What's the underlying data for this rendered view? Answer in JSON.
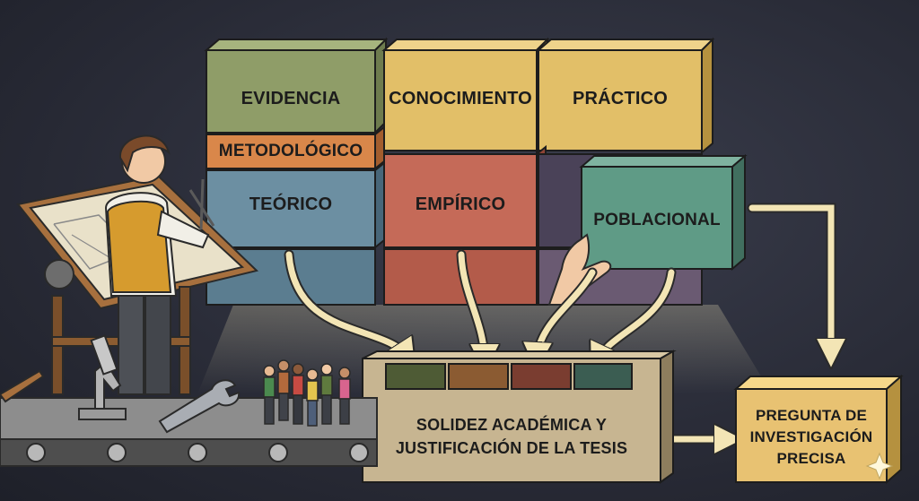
{
  "blocks": {
    "evidencia": "EVIDENCIA",
    "conocimiento": "CONOCIMIENTO",
    "practico": "PRÁCTICO",
    "metodologico": "METODOLÓGICO",
    "teorico": "TEÓRICO",
    "empirico": "EMPÍRICO",
    "poblacional": "POBLACIONAL"
  },
  "funnel_box": {
    "line1": "SOLIDEZ ACADÉMICA Y",
    "line2": "JUSTIFICACIÓN DE LA TESIS"
  },
  "result_box": {
    "line1": "PREGUNTA DE",
    "line2": "INVESTIGACIÓN",
    "line3": "PRECISA"
  },
  "colors": {
    "green": "#8f9d68",
    "yellow": "#e2bf68",
    "orange": "#d9874a",
    "blue": "#6c8fa2",
    "red": "#c56a58",
    "teal": "#5f9b86",
    "cream": "#f3e5b5",
    "tan": "#c7b591"
  }
}
